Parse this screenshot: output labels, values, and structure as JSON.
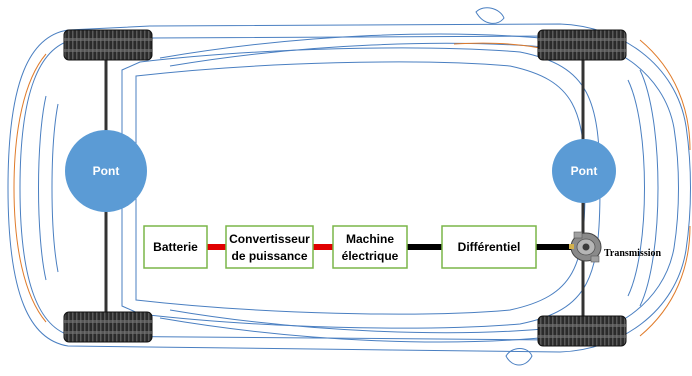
{
  "colors": {
    "body_outline": "#4a7fc1",
    "body_accent": "#e07b2a",
    "box_border": "#7ab648",
    "pont_fill": "#5b9bd5",
    "red_link": "#e00000",
    "black_link": "#000000",
    "axle": "#333333"
  },
  "ponts": {
    "rear": "Pont",
    "front": "Pont"
  },
  "blocks": {
    "batterie": "Batterie",
    "convertisseur_l1": "Convertisseur",
    "convertisseur_l2": "de puissance",
    "machine_l1": "Machine",
    "machine_l2": "électrique",
    "differentiel": "Différentiel"
  },
  "transmission": "Transmission",
  "icons": [
    "tire-icon",
    "gearbox-icon"
  ]
}
